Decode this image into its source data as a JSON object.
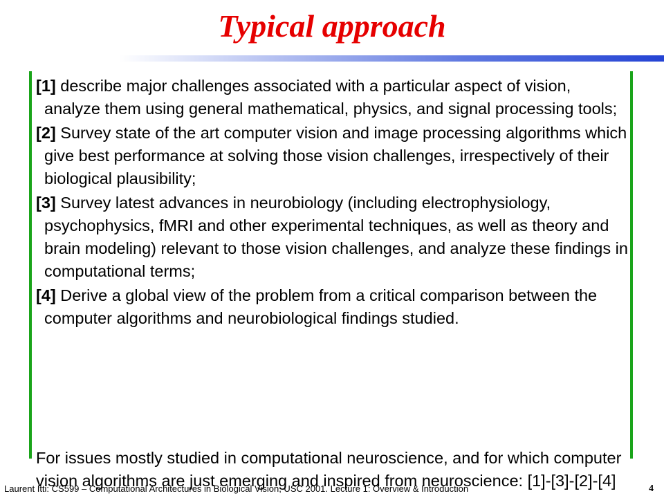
{
  "slide": {
    "title": "Typical approach",
    "items": [
      {
        "tag": "[1]",
        "text": " describe major challenges associated with a particular aspect of vision, analyze them using general mathematical, physics, and signal processing tools;"
      },
      {
        "tag": "[2]",
        "text": " Survey state of the art computer vision and image processing algorithms which give best performance at solving those vision challenges, irrespectively of their biological plausibility;"
      },
      {
        "tag": "[3]",
        "text": " Survey latest advances in neurobiology (including electrophysiology, psychophysics, fMRI and other experimental techniques, as well as theory and brain modeling) relevant to those vision challenges, and analyze these findings in computational terms;"
      },
      {
        "tag": "[4]",
        "text": " Derive a global view of the problem from a critical comparison between the computer algorithms and neurobiological findings studied."
      }
    ],
    "issues_text": "For issues mostly studied in computational neuroscience, and for which computer vision algorithms are just emerging and inspired from neuroscience: [1]-[3]-[2]-[4]",
    "footer": "Laurent Itti: CS599 – Computational Architectures in Biological Vision, USC 2001. Lecture 1: Overview & Introduction",
    "page_number": "4"
  },
  "colors": {
    "title": "#e60000",
    "accent_rule": "#2443d4",
    "side_bars": "#1aa41a",
    "text": "#000000",
    "background": "#ffffff"
  }
}
